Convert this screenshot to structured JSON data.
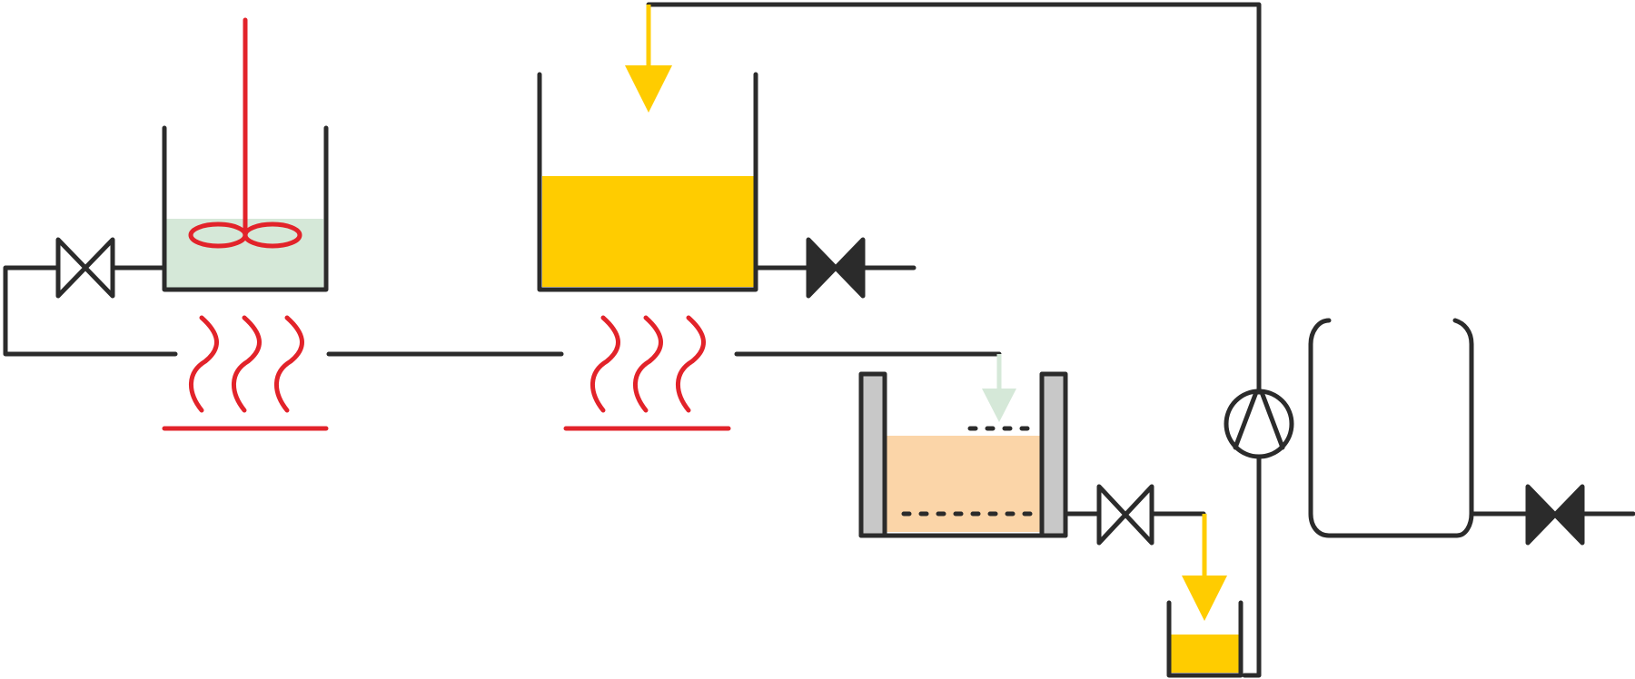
{
  "diagram": {
    "type": "process-flow-schematic",
    "colors": {
      "line": "#2b2b2b",
      "heat": "#e2232a",
      "oil": "#ffcc00",
      "green_liquid": "#d5e8d8",
      "peach_liquid": "#fbd5a8",
      "filter_wall": "#c8c8c8",
      "background": "#ffffff"
    },
    "components": [
      {
        "id": "valve-left",
        "kind": "valve",
        "state": "open",
        "icon": "valve-open-icon"
      },
      {
        "id": "stirred-tank",
        "kind": "tank",
        "contents": "green_liquid",
        "agitated": true,
        "heated": true
      },
      {
        "id": "oil-tank",
        "kind": "tank",
        "contents": "oil",
        "heated": true
      },
      {
        "id": "valve-oil-tank",
        "kind": "valve",
        "state": "closed",
        "icon": "valve-closed-icon"
      },
      {
        "id": "filter-vessel",
        "kind": "filter",
        "contents": "peach_liquid"
      },
      {
        "id": "valve-filter",
        "kind": "valve",
        "state": "open",
        "icon": "valve-open-icon"
      },
      {
        "id": "collection-tank",
        "kind": "tank",
        "contents": "oil"
      },
      {
        "id": "pump",
        "kind": "pump",
        "icon": "pump-icon"
      },
      {
        "id": "trap-vessel",
        "kind": "vessel"
      },
      {
        "id": "valve-right",
        "kind": "valve",
        "state": "closed",
        "icon": "valve-closed-icon"
      }
    ],
    "flows": [
      {
        "from": "pump",
        "to": "oil-tank",
        "color": "oil"
      },
      {
        "from": "oil-tank",
        "to": "filter-vessel",
        "color": "green_liquid"
      },
      {
        "from": "valve-filter",
        "to": "collection-tank",
        "color": "oil"
      }
    ]
  }
}
